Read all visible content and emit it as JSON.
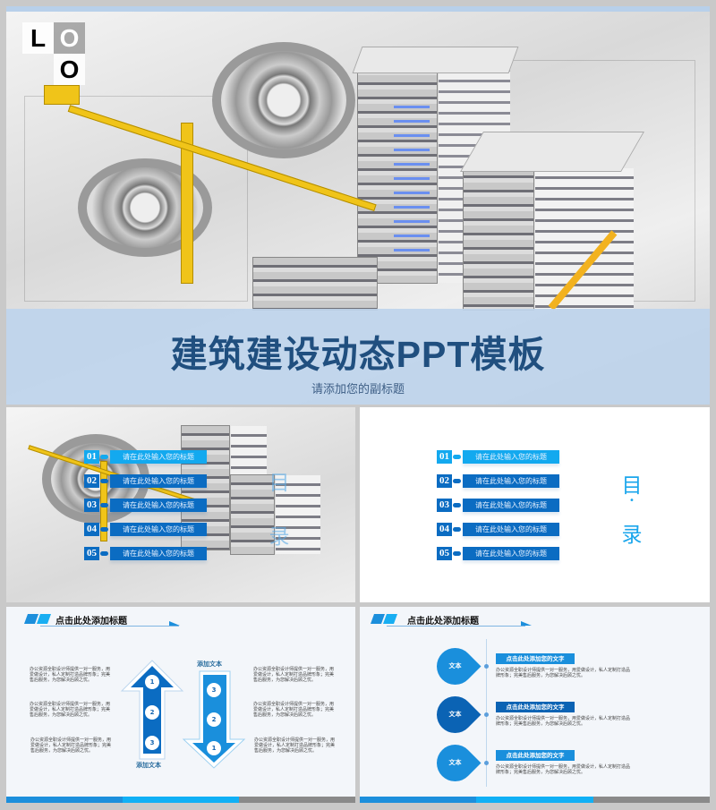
{
  "cover": {
    "logo_letters": [
      "L",
      "O",
      "",
      "O"
    ],
    "title": "建筑建设动态PPT模板",
    "subtitle": "请添加您的副标题"
  },
  "toc": {
    "items": [
      {
        "num": "01",
        "label": "请在此处输入您的标题"
      },
      {
        "num": "02",
        "label": "请在此处输入您的标题"
      },
      {
        "num": "03",
        "label": "请在此处输入您的标题"
      },
      {
        "num": "04",
        "label": "请在此处输入您的标题"
      },
      {
        "num": "05",
        "label": "请在此处输入您的标题"
      }
    ],
    "heading_top": "目",
    "heading_dot": "•",
    "heading_bottom": "录",
    "colors": {
      "first": "#13a9ef",
      "rest": "#0b6cc2"
    }
  },
  "arrows_slide": {
    "title": "点击此处添加标题",
    "up_label": "添加文本",
    "down_label": "添加文本",
    "up_numbers": [
      "1",
      "2",
      "3"
    ],
    "down_numbers": [
      "3",
      "2",
      "1"
    ],
    "paragraphs": [
      "办公资源全职设计师提供一对一服务，用爱做设计，私人定制打造品牌形象；完美售后服务，为您解决后顾之忧。",
      "办公资源全职设计师提供一对一服务，用爱做设计，私人定制打造品牌形象；完美售后服务，为您解决后顾之忧。",
      "办公资源全职设计师提供一对一服务，用爱做设计，私人定制打造品牌形象；完美售后服务，为您解决后顾之忧。",
      "办公资源全职设计师提供一对一服务，用爱做设计，私人定制打造品牌形象；完美售后服务，为您解决后顾之忧。",
      "办公资源全职设计师提供一对一服务，用爱做设计，私人定制打造品牌形象；完美售后服务，为您解决后顾之忧。",
      "办公资源全职设计师提供一对一服务，用爱做设计，私人定制打造品牌形象；完美售后服务，为您解决后顾之忧。"
    ]
  },
  "timeline_slide": {
    "title": "点击此处添加标题",
    "items": [
      {
        "badge": "文本",
        "heading": "点击此处添加您的文字",
        "body": "办公资源全职设计师提供一对一服务，用爱做设计，私人定制打造品牌形象；完美售后服务，为您解决后顾之忧。"
      },
      {
        "badge": "文本",
        "heading": "点击此处添加您的文字",
        "body": "办公资源全职设计师提供一对一服务，用爱做设计，私人定制打造品牌形象；完美售后服务，为您解决后顾之忧。"
      },
      {
        "badge": "文本",
        "heading": "点击此处添加您的文字",
        "body": "办公资源全职设计师提供一对一服务，用爱做设计，私人定制打造品牌形象；完美售后服务，为您解决后顾之忧。"
      }
    ]
  },
  "footer_colors": [
    "#1c8fdc",
    "#10b0f5",
    "#8a8a8a"
  ]
}
